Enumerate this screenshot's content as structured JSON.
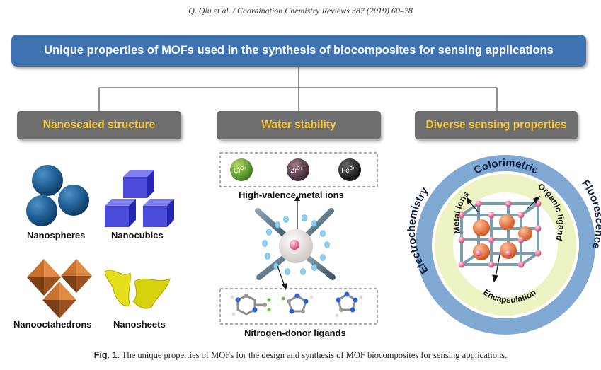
{
  "header": "Q. Qiu et al. / Coordination Chemistry Reviews 387 (2019) 60–78",
  "title": "Unique properties of MOFs used in the synthesis of biocomposites for sensing applications",
  "categories": [
    "Nanoscaled structure",
    "Water stability",
    "Diverse sensing properties"
  ],
  "nanostructures": {
    "spheres": "Nanospheres",
    "cubics": "Nanocubics",
    "octahedrons": "Nanooctahedrons",
    "sheets": "Nanosheets"
  },
  "water": {
    "ions": [
      "Cr",
      "Zr",
      "Fe"
    ],
    "charge": "3+",
    "metal_label": "High-valence metal ions",
    "ligand_label": "Nitrogen-donor ligands"
  },
  "sensing": {
    "outer": [
      "Colorimetric",
      "Fluorescence",
      "Electrochemistry"
    ],
    "inner": [
      "Metal ions",
      "Organic ligand",
      "Encapsulation"
    ]
  },
  "caption": {
    "label": "Fig. 1.",
    "text": " The unique properties of MOFs for the design and synthesis of MOF biocomposites for sensing applications."
  },
  "colors": {
    "title_bar": "#3f72b0",
    "category_bar": "#6e6e6e",
    "category_text": "#f6c63b",
    "ring_outer": "#7fa8d2",
    "ring_inner": "#eef3c4"
  }
}
